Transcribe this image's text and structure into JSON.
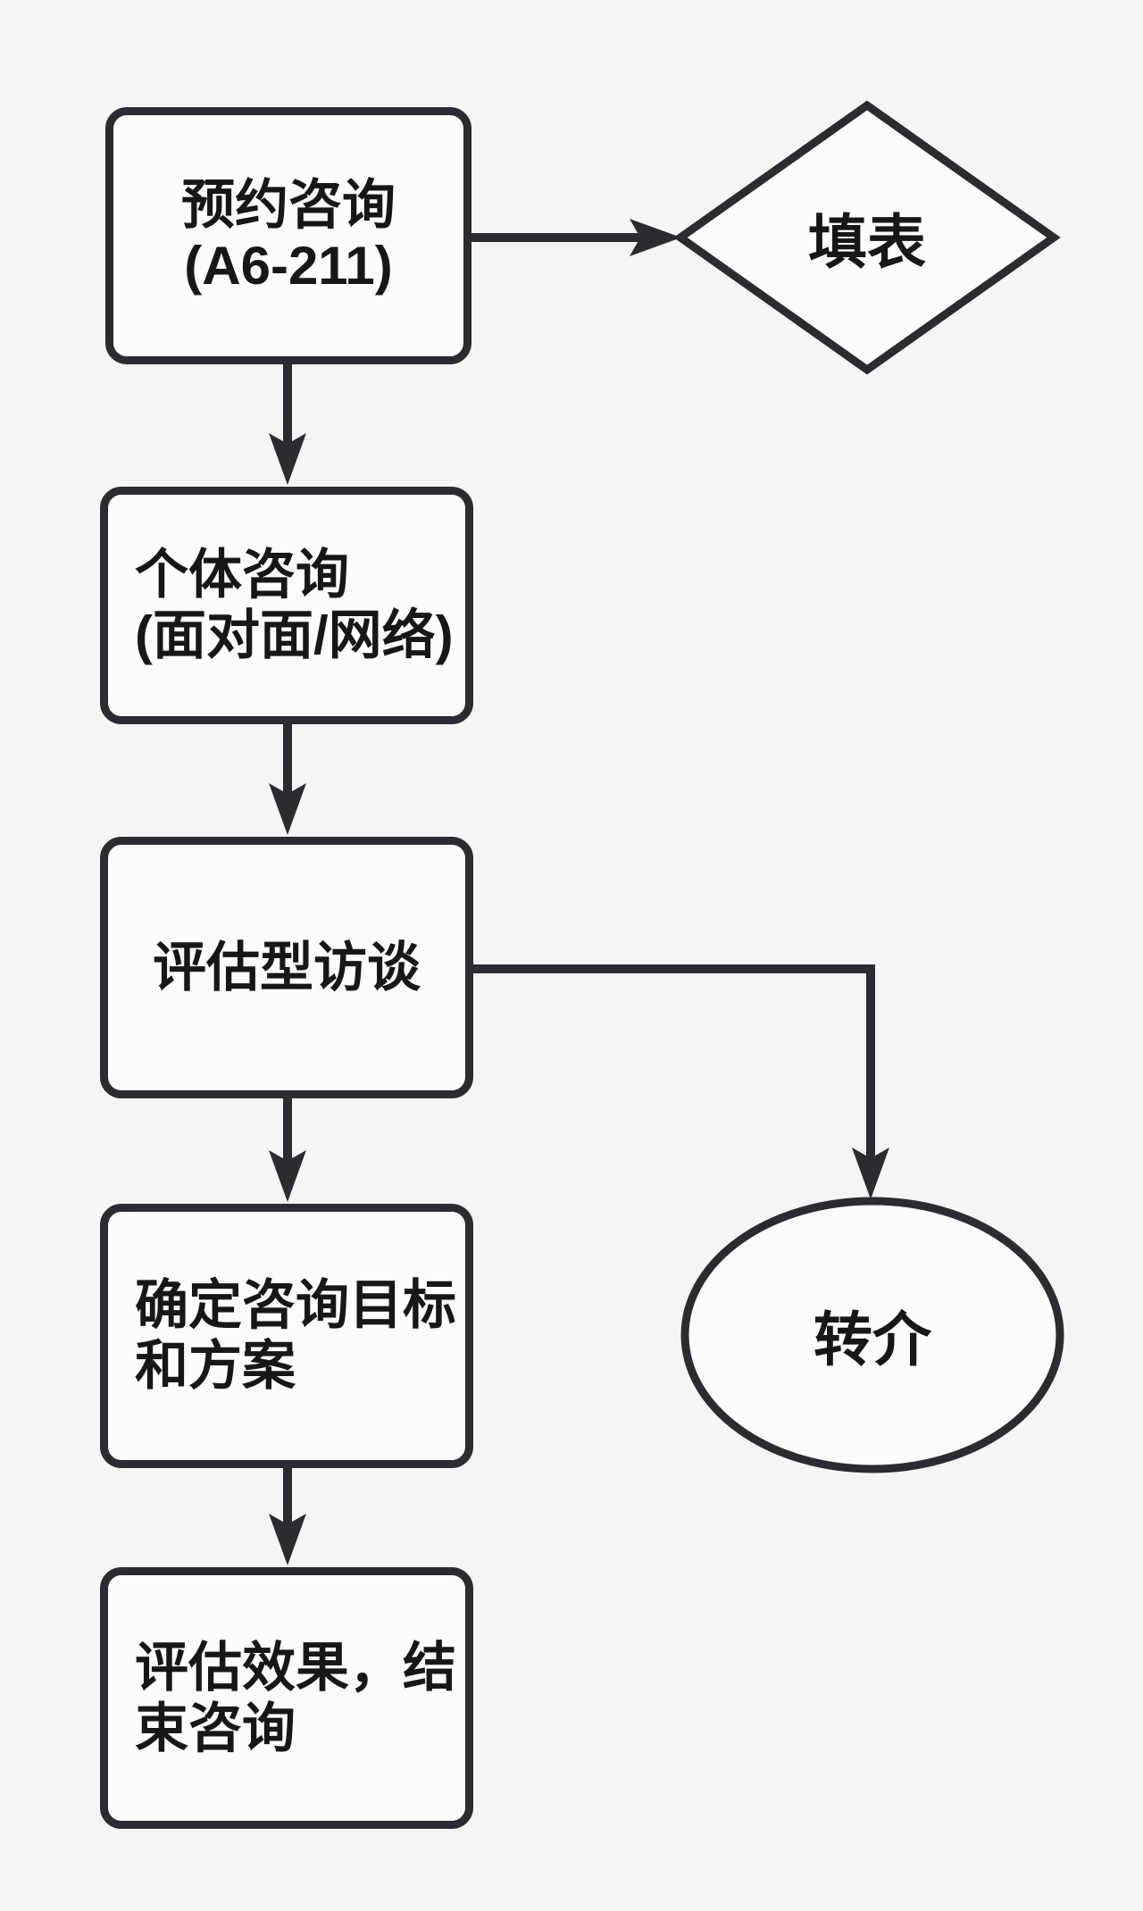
{
  "diagram": {
    "colors": {
      "stroke": "#2b2b31",
      "text": "#17171a",
      "node_fill": "#fcfcfd",
      "background": "#f5f5f6"
    },
    "nodes": [
      {
        "id": "appointment",
        "type": "process",
        "lines": [
          "预约咨询",
          "(A6-211)"
        ]
      },
      {
        "id": "fill-form",
        "type": "decision",
        "lines": [
          "填表"
        ]
      },
      {
        "id": "individual-counseling",
        "type": "process",
        "lines": [
          "个体咨询",
          "(面对面/网络)"
        ]
      },
      {
        "id": "assessment-interview",
        "type": "process",
        "lines": [
          "评估型访谈"
        ]
      },
      {
        "id": "referral",
        "type": "terminator",
        "lines": [
          "转介"
        ]
      },
      {
        "id": "goals-plan",
        "type": "process",
        "lines": [
          "确定咨询目标",
          "和方案"
        ]
      },
      {
        "id": "evaluate-end",
        "type": "process",
        "lines": [
          "评估效果，结",
          "束咨询"
        ]
      }
    ],
    "edges": [
      {
        "from": "appointment",
        "to": "fill-form"
      },
      {
        "from": "appointment",
        "to": "individual-counseling"
      },
      {
        "from": "individual-counseling",
        "to": "assessment-interview"
      },
      {
        "from": "assessment-interview",
        "to": "referral"
      },
      {
        "from": "assessment-interview",
        "to": "goals-plan"
      },
      {
        "from": "goals-plan",
        "to": "evaluate-end"
      }
    ]
  }
}
